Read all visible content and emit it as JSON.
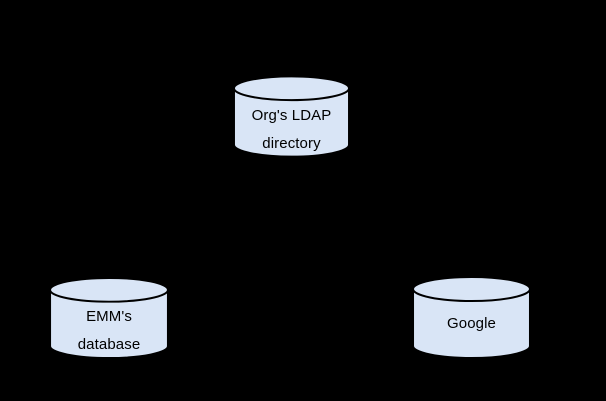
{
  "canvas": {
    "background_color": "#000000"
  },
  "diagram": {
    "colors": {
      "node_fill": "#d9e5f6",
      "node_stroke": "#000000",
      "text": "#000000"
    },
    "nodes": [
      {
        "shape": "database-cylinder",
        "lines": [
          "Org's LDAP",
          "directory"
        ]
      },
      {
        "shape": "database-cylinder",
        "lines": [
          "EMM's",
          "database"
        ]
      },
      {
        "shape": "database-cylinder",
        "lines": [
          "Google"
        ]
      }
    ]
  }
}
